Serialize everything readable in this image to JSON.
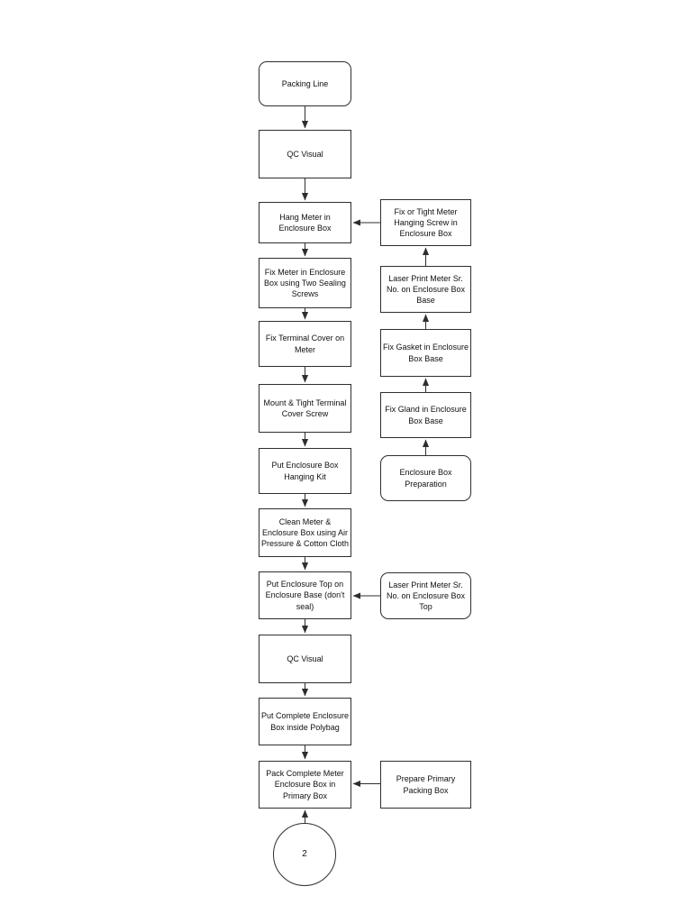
{
  "flowchart": {
    "main_column": [
      {
        "label": "Packing Line",
        "shape": "terminator"
      },
      {
        "label": "QC Visual",
        "shape": "process"
      },
      {
        "label": "Hang Meter in Enclosure Box",
        "shape": "process"
      },
      {
        "label": "Fix Meter in Enclosure Box using Two Sealing Screws",
        "shape": "process"
      },
      {
        "label": "Fix Terminal Cover on Meter",
        "shape": "process"
      },
      {
        "label": "Mount & Tight Terminal Cover Screw",
        "shape": "process"
      },
      {
        "label": "Put Enclosure Box Hanging Kit",
        "shape": "process"
      },
      {
        "label": "Clean Meter & Enclosure Box using Air Pressure & Cotton Cloth",
        "shape": "process"
      },
      {
        "label": "Put Enclosure Top on Enclosure Base (don't seal)",
        "shape": "process"
      },
      {
        "label": "QC Visual",
        "shape": "process"
      },
      {
        "label": "Put Complete Enclosure Box inside Polybag",
        "shape": "process"
      },
      {
        "label": "Pack Complete Meter Enclosure Box in Primary Box",
        "shape": "process"
      }
    ],
    "side_column": [
      {
        "label": "Fix or Tight Meter Hanging Screw in Enclosure Box",
        "shape": "process"
      },
      {
        "label": "Laser Print Meter Sr. No. on Enclosure Box Base",
        "shape": "process"
      },
      {
        "label": "Fix Gasket in Enclosure Box Base",
        "shape": "process"
      },
      {
        "label": "Fix Gland in Enclosure Box Base",
        "shape": "process"
      },
      {
        "label": "Enclosure Box Preparation",
        "shape": "terminator"
      },
      {
        "label": "Laser Print Meter Sr. No. on Enclosure Box Top",
        "shape": "terminator"
      },
      {
        "label": "Prepare Primary Packing Box",
        "shape": "process"
      }
    ],
    "off_page_connector": {
      "label": "2",
      "shape": "circle"
    },
    "colors": {
      "node_border": "#2e2e2e",
      "node_fill": "#ffffff",
      "text": "#111111",
      "arrow": "#2e2e2e",
      "page_background": "#ffffff"
    }
  }
}
